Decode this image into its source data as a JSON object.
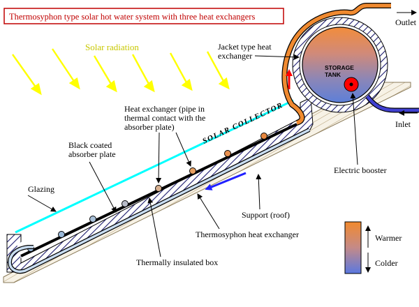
{
  "title": "Thermosyphon type solar hot water system with three heat exchangers",
  "labels": {
    "solar_radiation": "Solar radiation",
    "solar_collector": "SOLAR COLLECTOR",
    "jacket_line1": "Jacket type heat",
    "jacket_line2": "exchanger",
    "tank_line1": "STORAGE",
    "tank_line2": "TANK",
    "outlet": "Outlet",
    "inlet": "Inlet",
    "hx_line1": "Heat exchanger (pipe in",
    "hx_line2": "thermal contact with the",
    "hx_line3": "absorber plate)",
    "absorber_line1": "Black coated",
    "absorber_line2": "absorber plate",
    "glazing": "Glazing",
    "electric_booster": "Electric booster",
    "support": "Support (roof)",
    "thermosyphon": "Thermosyphon heat exchanger",
    "insulated_box": "Thermally insulated box",
    "warmer": "Warmer",
    "colder": "Colder"
  },
  "colors": {
    "title_border": "#c00000",
    "title_text": "#c00000",
    "sun_rays": "#ffff00",
    "glazing": "#00ffff",
    "hot_pipe": "#f08a30",
    "cold_pipe": "#4040d0",
    "tank_top": "#f28c3c",
    "tank_bottom": "#5d7fd8",
    "booster": "#ff0000",
    "absorber": "#000000",
    "scale_warm": "#f28a2e",
    "scale_cold": "#5a78e0"
  }
}
